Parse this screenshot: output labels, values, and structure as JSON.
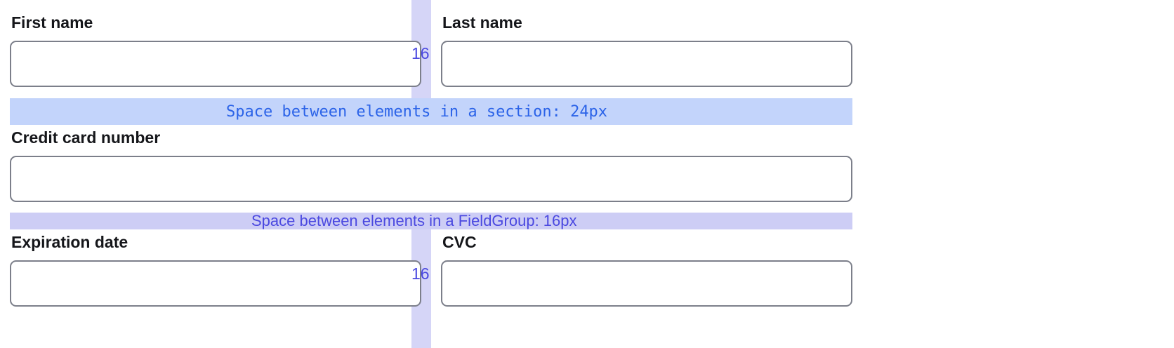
{
  "annotations": {
    "section_gap": {
      "text": "Space between elements in a section: 24px",
      "value": "24px",
      "color": "#2b63e8",
      "background": "#c3d4fb"
    },
    "fieldgroup_gap": {
      "text": "Space between elements in a FieldGroup: 16px",
      "value": "16px",
      "color": "#4a48e0",
      "background": "#cdcdf5"
    },
    "column_gap_top": {
      "label": "16",
      "color": "#4a48e0",
      "background": "#d5d5f7"
    },
    "column_gap_bottom": {
      "label": "16",
      "color": "#4a48e0",
      "background": "#d5d5f7"
    }
  },
  "form": {
    "rows": [
      {
        "fields": [
          {
            "label": "First name",
            "value": "",
            "placeholder": ""
          },
          {
            "label": "Last name",
            "value": "",
            "placeholder": ""
          }
        ]
      },
      {
        "fields": [
          {
            "label": "Credit card number",
            "value": "",
            "placeholder": ""
          }
        ]
      },
      {
        "fields": [
          {
            "label": "Expiration date",
            "value": "",
            "placeholder": ""
          },
          {
            "label": "CVC",
            "value": "",
            "placeholder": ""
          }
        ]
      }
    ]
  },
  "style_tokens": {
    "input_border_color": "#7c7f8a",
    "label_color": "#15161a",
    "page_background": "#ffffff"
  }
}
